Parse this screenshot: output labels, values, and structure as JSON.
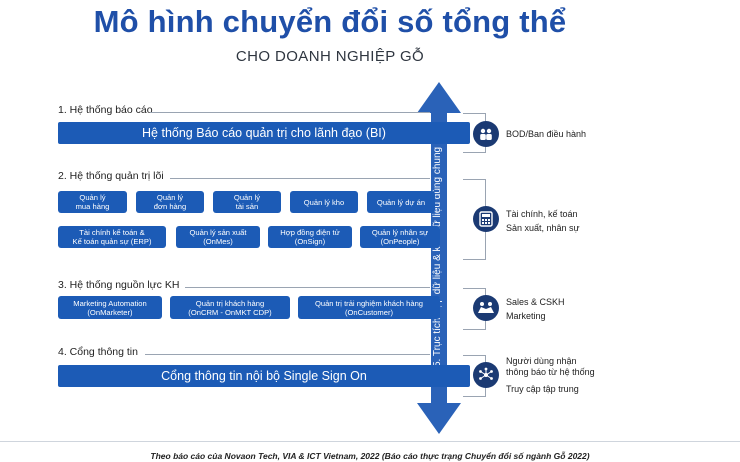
{
  "title": "Mô hình chuyển đổi số tổng thể",
  "subtitle": "CHO DOANH NGHIỆP GỖ",
  "sections": [
    {
      "label": "1. Hệ thống báo cáo",
      "bar": "Hệ thống Báo cáo quản trị cho lãnh đạo (BI)",
      "side": [
        "BOD/Ban điều hành"
      ]
    },
    {
      "label": "2. Hệ thống quản trị lõi",
      "row1": [
        [
          "Quản lý",
          "mua hàng"
        ],
        [
          "Quản lý",
          "đơn hàng"
        ],
        [
          "Quản lý",
          "tài sản"
        ],
        [
          "Quản lý kho"
        ],
        [
          "Quản lý dự án"
        ]
      ],
      "row2": [
        [
          "Tài chính kế toán &",
          "Kế toán quản sự (ERP)"
        ],
        [
          "Quản lý sản xuất",
          "(OnMes)"
        ],
        [
          "Hợp đồng điện tử",
          "(OnSign)"
        ],
        [
          "Quản lý nhân sự",
          "(OnPeople)"
        ]
      ],
      "side": [
        "Tài chính, kế toán",
        "Sản xuất, nhân sự"
      ]
    },
    {
      "label": "3. Hệ thống nguồn lực KH",
      "row": [
        [
          "Marketing Automation",
          "(OnMarketer)"
        ],
        [
          "Quản trị khách hàng",
          "(OnCRM - OnMKT CDP)"
        ],
        [
          "Quản trị trải nghiệm khách hàng",
          "(OnCustomer)"
        ]
      ],
      "side": [
        "Sales & CSKH",
        "Marketing"
      ]
    },
    {
      "label": "4. Cổng thông tin",
      "bar": "Cổng thông tin nội bộ Single Sign On",
      "side": [
        "Người dùng nhận",
        "thông báo từ hệ thống",
        "Truy cập tập trung"
      ]
    }
  ],
  "axis_label": "5. Trục tích hợp dữ liệu & kho dữ liệu dùng chung",
  "icons": [
    "people-icon",
    "calculator-icon",
    "handshake-icon",
    "network-icon"
  ],
  "footer": "Theo báo cáo của Novaon Tech, VIA & ICT Vietnam, 2022 (Báo cáo thực trạng Chuyển đổi số ngành Gỗ 2022)",
  "colors": {
    "title": "#1f4fa8",
    "box": "#1c5bb6",
    "arrow": "#2a62b8",
    "icon_circle": "#1b3a73"
  }
}
